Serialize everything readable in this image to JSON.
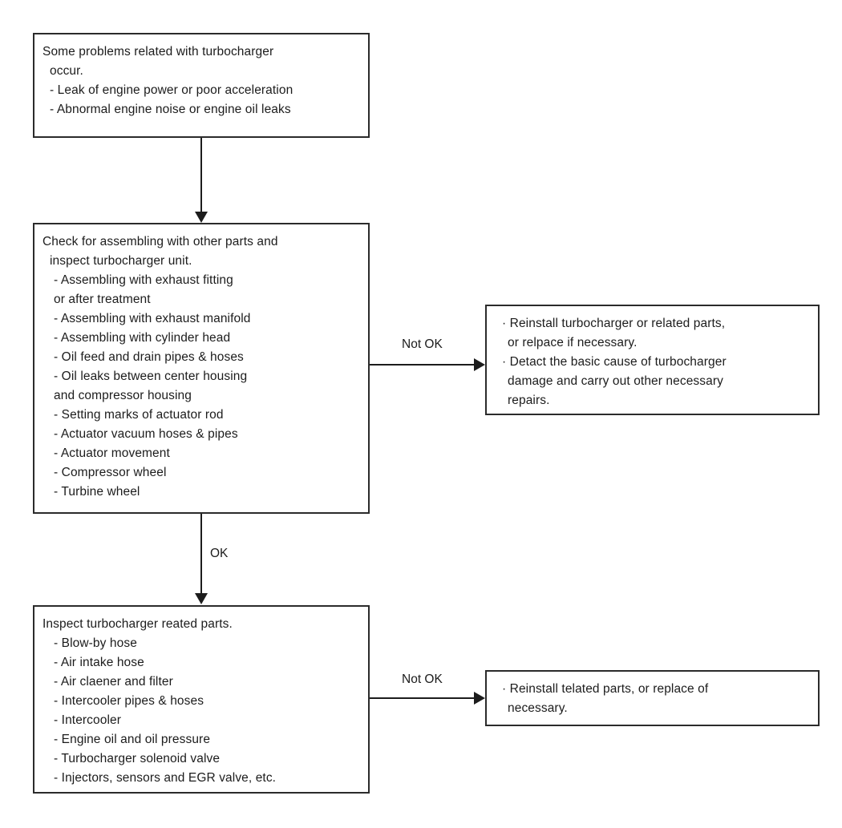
{
  "diagram": {
    "title": "Turbocharger troubleshooting flowchart",
    "colors": {
      "box_border": "#2b2b2b",
      "connector": "#1c1c1c",
      "text": "#1c1c1c",
      "background": "#ffffff"
    }
  },
  "nodes": {
    "symptom": {
      "lines": [
        "Some problems related with turbocharger",
        "occur.",
        "- Leak of engine power or poor acceleration",
        "- Abnormal engine noise or engine oil leaks"
      ]
    },
    "inspect_unit": {
      "lines": [
        "Check for assembling with other parts and",
        "inspect turbocharger unit.",
        "- Assembling with exhaust fitting",
        "or after treatment",
        "- Assembling with exhaust manifold",
        "- Assembling with cylinder head",
        "- Oil feed and drain pipes & hoses",
        "- Oil leaks between center housing",
        "and compressor housing",
        "- Setting marks of actuator rod",
        "- Actuator vacuum hoses & pipes",
        "- Actuator movement",
        "- Compressor wheel",
        "- Turbine wheel"
      ]
    },
    "action_unit": {
      "lines": [
        "· Reinstall turbocharger or related parts,",
        "or relpace if necessary.",
        "· Detact the basic cause of turbocharger",
        "damage and carry out other necessary",
        "repairs."
      ]
    },
    "inspect_related": {
      "lines": [
        "Inspect turbocharger reated parts.",
        "- Blow-by hose",
        "- Air intake hose",
        "- Air claener and filter",
        "- Intercooler pipes & hoses",
        "- Intercooler",
        "- Engine oil and oil pressure",
        "- Turbocharger solenoid valve",
        "- Injectors, sensors and EGR valve, etc."
      ]
    },
    "action_related": {
      "lines": [
        "· Reinstall telated parts, or replace of",
        "necessary."
      ]
    }
  },
  "edges": {
    "symptom_to_inspect_unit": {
      "label": ""
    },
    "inspect_unit_not_ok": {
      "label": "Not OK"
    },
    "inspect_unit_ok": {
      "label": "OK"
    },
    "inspect_related_not_ok": {
      "label": "Not OK"
    }
  }
}
